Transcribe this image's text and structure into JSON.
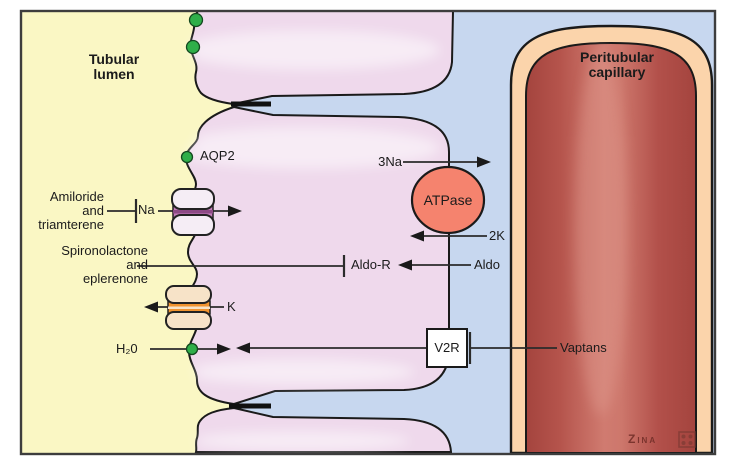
{
  "regions": {
    "lumen_label": "Tubular\nlumen",
    "capillary_label": "Peritubular\ncapillary"
  },
  "transporters": {
    "aqp2": "AQP2",
    "na": "Na",
    "three_na": "3Na",
    "atpase": "ATPase",
    "two_k": "2K",
    "aldo_r": "Aldo-R",
    "aldo": "Aldo",
    "k": "K",
    "h2o": "H₂0",
    "v2r": "V2R"
  },
  "drugs": {
    "amiloride": "Amiloride\nand\ntriamterene",
    "spironolactone": "Spironolactone\nand\neplerenone",
    "vaptans": "Vaptans"
  },
  "watermark": {
    "text": "Zina"
  },
  "colors": {
    "lumen_yellow": "#faf7c4",
    "cell_pink": "#efd9ec",
    "interstitium_blue": "#c7d7ef",
    "capillary_wall_peach": "#fbd4ab",
    "blood_dark": "#a4443e",
    "blood_mid": "#b5544c",
    "blood_light": "#d07b70",
    "atpase_salmon": "#f5836e",
    "na_channel_lobe": "#f5edf5",
    "na_channel_band": "#c47cba",
    "na_channel_stripe": "#8d4a85",
    "k_channel_lobe": "#f7e3c8",
    "k_channel_band": "#f0932f",
    "aqp2_green": "#2fae49",
    "outline": "#1a1a1a",
    "line": "#2b2b2b",
    "frame": "#3d3d3d"
  }
}
